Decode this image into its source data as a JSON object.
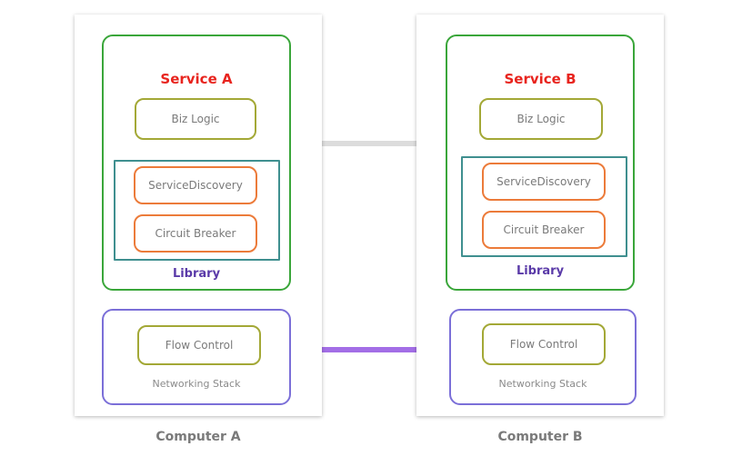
{
  "computers": [
    {
      "label": "Computer A",
      "service_title": "Service A",
      "biz_logic": "Biz Logic",
      "service_discovery": "ServiceDiscovery",
      "circuit_breaker": "Circuit Breaker",
      "library": "Library",
      "flow_control": "Flow Control",
      "networking_stack": "Networking Stack"
    },
    {
      "label": "Computer B",
      "service_title": "Service B",
      "biz_logic": "Biz Logic",
      "service_discovery": "ServiceDiscovery",
      "circuit_breaker": "Circuit Breaker",
      "library": "Library",
      "flow_control": "Flow Control",
      "networking_stack": "Networking Stack"
    }
  ],
  "colors": {
    "service_border": "#3aa63a",
    "networking_border": "#7b6fd8",
    "inner_box_border": "#a3a836",
    "library_border": "#3f8f8f",
    "component_border": "#ec7b3a",
    "service_title": "#e8241e",
    "library_label": "#5a3aa8",
    "service_link": "#dcdcdc",
    "network_link": "#a36ee6"
  }
}
